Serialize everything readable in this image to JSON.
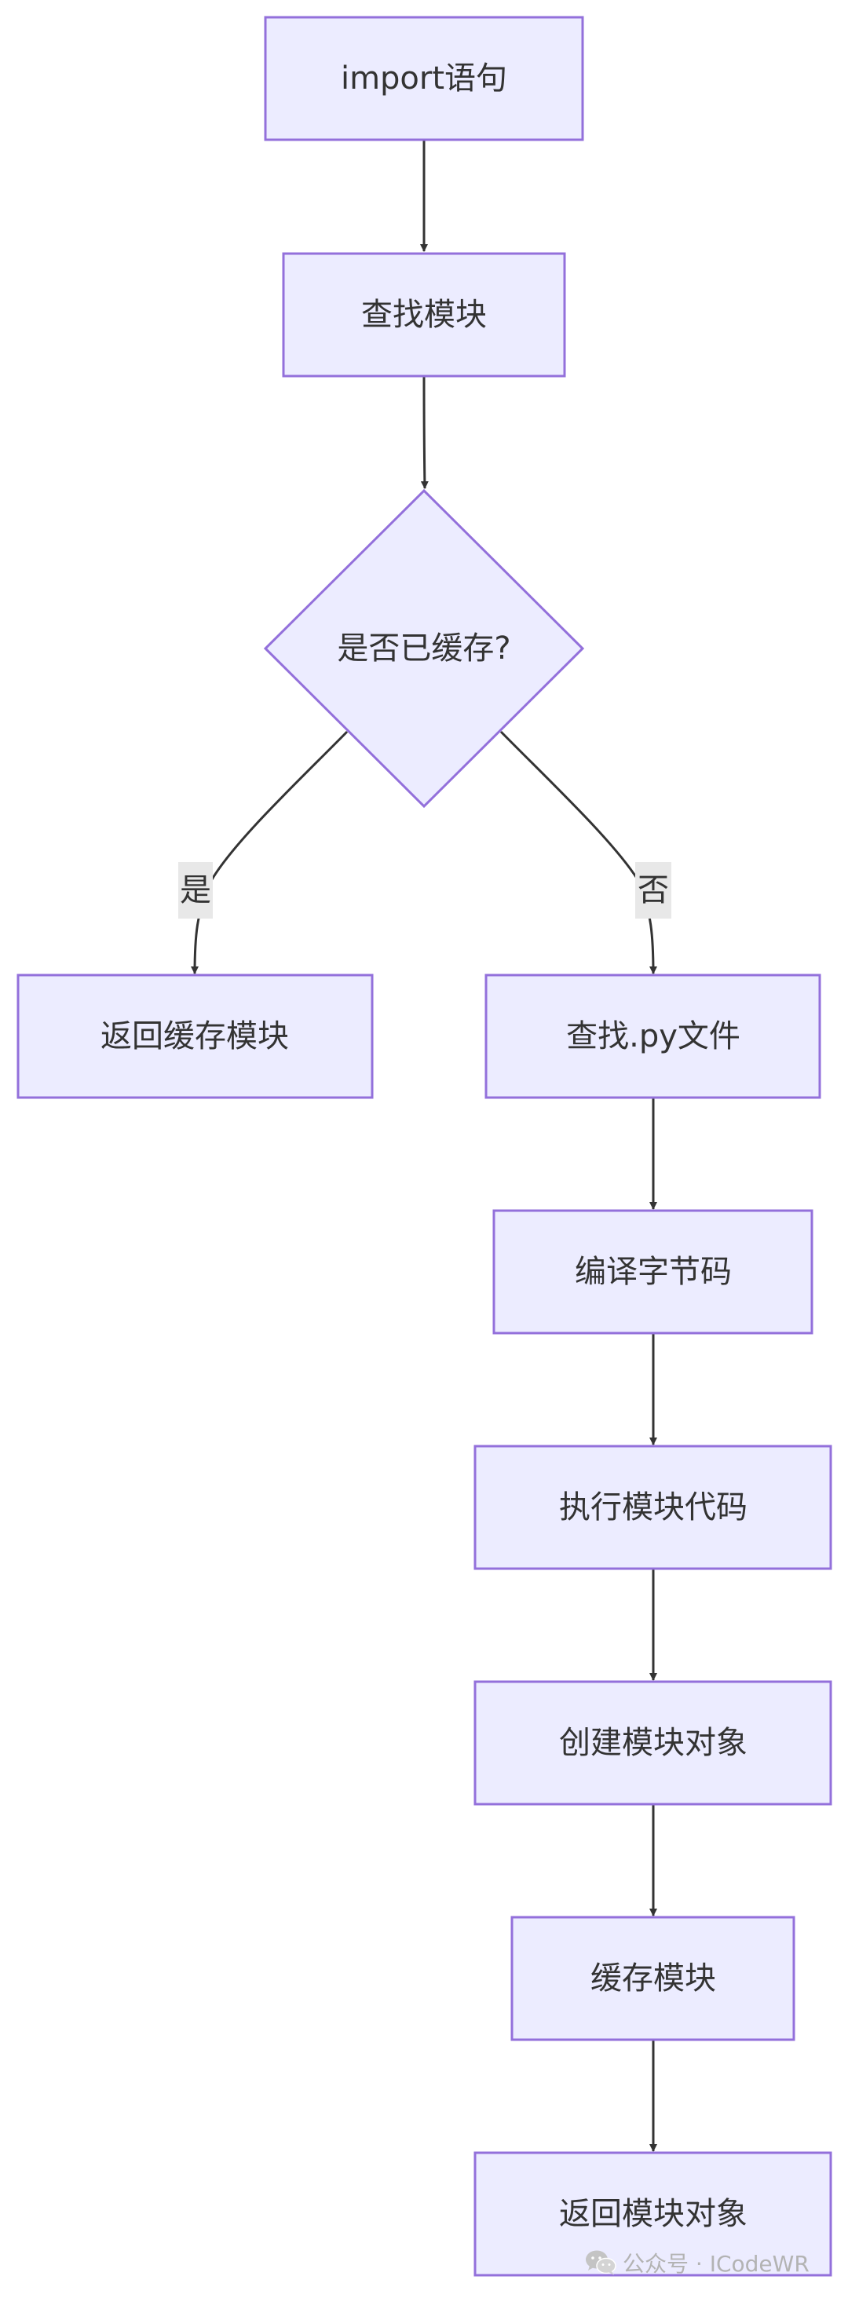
{
  "diagram": {
    "nodes": {
      "import": "import语句",
      "find_module": "查找模块",
      "cached": "是否已缓存?",
      "return_cached": "返回缓存模块",
      "find_py": "查找.py文件",
      "compile": "编译字节码",
      "execute": "执行模块代码",
      "create_obj": "创建模块对象",
      "cache_module": "缓存模块",
      "return_obj": "返回模块对象"
    },
    "edges": {
      "yes": "是",
      "no": "否"
    }
  },
  "watermark": {
    "icon": "wechat-icon",
    "text": "公众号 · ICodeWR"
  },
  "colors": {
    "node_fill": "#ECECFF",
    "node_stroke": "#9370DB",
    "edge": "#333333",
    "label_bg": "#e8e8e8",
    "watermark": "#b3b3b3"
  }
}
